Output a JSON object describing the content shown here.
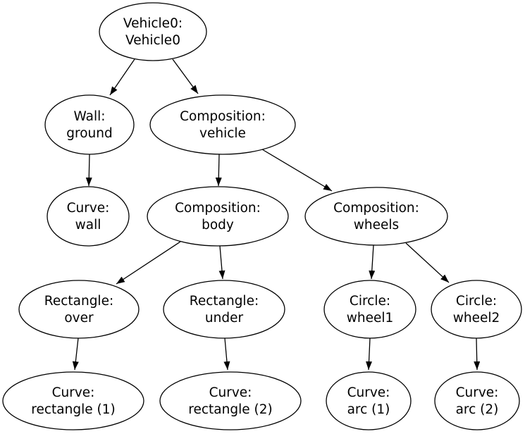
{
  "diagram": {
    "type": "tree-graph",
    "colors": {
      "background": "#ffffff",
      "node_fill": "#ffffff",
      "node_stroke": "#000000",
      "edge": "#000000",
      "text": "#000000"
    },
    "nodes": {
      "vehicle0": {
        "line1": "Vehicle0:",
        "line2": "Vehicle0"
      },
      "wall_ground": {
        "line1": "Wall:",
        "line2": "ground"
      },
      "composition_vehicle": {
        "line1": "Composition:",
        "line2": "vehicle"
      },
      "curve_wall": {
        "line1": "Curve:",
        "line2": "wall"
      },
      "composition_body": {
        "line1": "Composition:",
        "line2": "body"
      },
      "composition_wheels": {
        "line1": "Composition:",
        "line2": "wheels"
      },
      "rectangle_over": {
        "line1": "Rectangle:",
        "line2": "over"
      },
      "rectangle_under": {
        "line1": "Rectangle:",
        "line2": "under"
      },
      "circle_wheel1": {
        "line1": "Circle:",
        "line2": "wheel1"
      },
      "circle_wheel2": {
        "line1": "Circle:",
        "line2": "wheel2"
      },
      "curve_rectangle_1": {
        "line1": "Curve:",
        "line2": "rectangle (1)"
      },
      "curve_rectangle_2": {
        "line1": "Curve:",
        "line2": "rectangle (2)"
      },
      "curve_arc_1": {
        "line1": "Curve:",
        "line2": "arc (1)"
      },
      "curve_arc_2": {
        "line1": "Curve:",
        "line2": "arc (2)"
      }
    },
    "edges": [
      {
        "from": "Vehicle0: Vehicle0",
        "to": "Wall: ground"
      },
      {
        "from": "Vehicle0: Vehicle0",
        "to": "Composition: vehicle"
      },
      {
        "from": "Wall: ground",
        "to": "Curve: wall"
      },
      {
        "from": "Composition: vehicle",
        "to": "Composition: body"
      },
      {
        "from": "Composition: vehicle",
        "to": "Composition: wheels"
      },
      {
        "from": "Composition: body",
        "to": "Rectangle: over"
      },
      {
        "from": "Composition: body",
        "to": "Rectangle: under"
      },
      {
        "from": "Composition: wheels",
        "to": "Circle: wheel1"
      },
      {
        "from": "Composition: wheels",
        "to": "Circle: wheel2"
      },
      {
        "from": "Rectangle: over",
        "to": "Curve: rectangle (1)"
      },
      {
        "from": "Rectangle: under",
        "to": "Curve: rectangle (2)"
      },
      {
        "from": "Circle: wheel1",
        "to": "Curve: arc (1)"
      },
      {
        "from": "Circle: wheel2",
        "to": "Curve: arc (2)"
      }
    ]
  }
}
